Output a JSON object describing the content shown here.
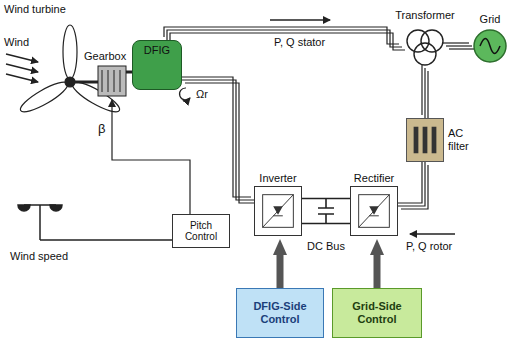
{
  "diagram": {
    "nodes": [
      {
        "text": [
          "DFIG"
        ]
      },
      {
        "text": [
          "Transformer"
        ]
      },
      {
        "text": [
          "Grid"
        ]
      },
      {
        "text": [
          "AC filter"
        ]
      },
      {
        "text": [
          "Pitch Control"
        ]
      },
      {
        "text": [
          "Inverter"
        ]
      },
      {
        "text": [
          "Rectifier"
        ]
      },
      {
        "text": [
          "DFIG-Side Control"
        ]
      },
      {
        "text": [
          "Grid-Side Control"
        ]
      }
    ],
    "edges": [
      {
        "from": 0,
        "to": 1,
        "arrow": "none",
        "label": "P, Q stator"
      },
      {
        "from": 1,
        "to": 2,
        "arrow": "none"
      },
      {
        "from": 3,
        "to": 1,
        "arrow": "none"
      },
      {
        "from": 6,
        "to": 3,
        "arrow": "none",
        "label": "P, Q rotor"
      },
      {
        "from": 5,
        "to": 6,
        "arrow": "none",
        "label": "DC Bus"
      },
      {
        "from": 0,
        "to": 5,
        "arrow": "none"
      },
      {
        "from": 7,
        "to": 5,
        "arrow": "to"
      },
      {
        "from": 8,
        "to": 6,
        "arrow": "to"
      }
    ],
    "labels": [
      "Wind turbine",
      "Wind",
      "Gearbox",
      "Ωr",
      "Wind speed",
      "β"
    ]
  }
}
